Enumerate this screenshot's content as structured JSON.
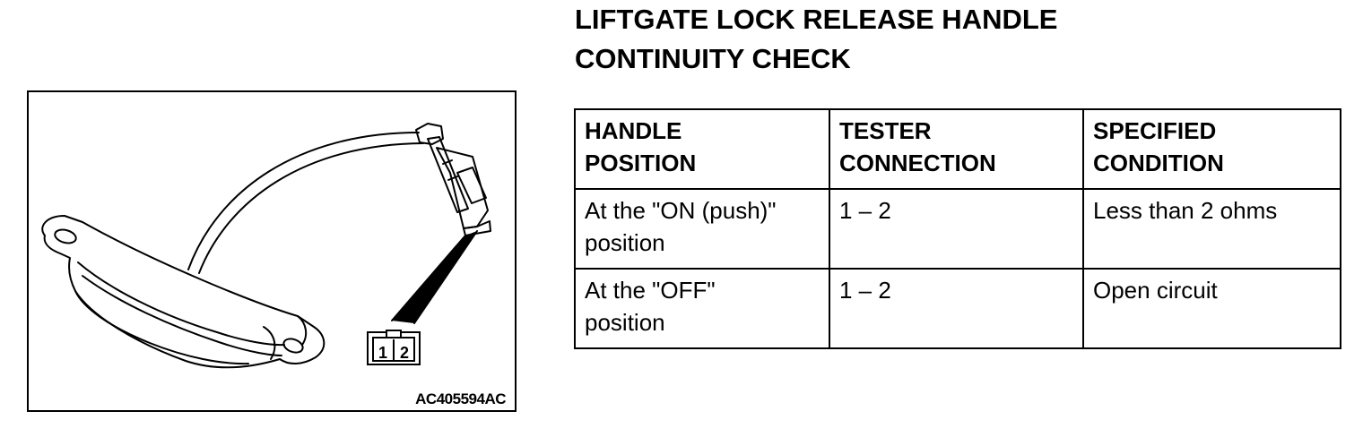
{
  "figure": {
    "connector_pins": [
      "1",
      "2"
    ],
    "code": "AC405594AC"
  },
  "title": {
    "line1": "LIFTGATE LOCK RELEASE HANDLE",
    "line2": "CONTINUITY CHECK"
  },
  "table": {
    "headers": [
      [
        "HANDLE",
        "POSITION"
      ],
      [
        "TESTER",
        "CONNECTION"
      ],
      [
        "SPECIFIED",
        "CONDITION"
      ]
    ],
    "rows": [
      {
        "position": [
          "At the \"ON (push)\"",
          "position"
        ],
        "connection": "1 – 2",
        "condition": "Less than 2 ohms"
      },
      {
        "position": [
          "At the \"OFF\"",
          "position"
        ],
        "connection": "1 – 2",
        "condition": "Open circuit"
      }
    ]
  }
}
